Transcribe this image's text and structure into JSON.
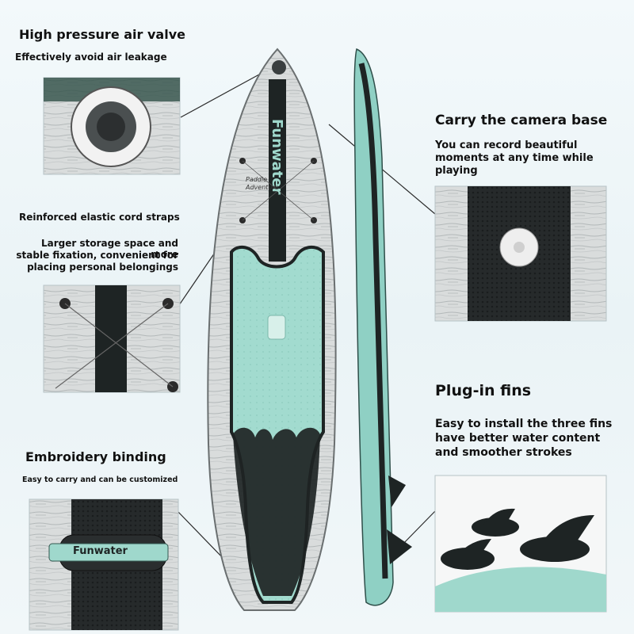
{
  "features": {
    "valve": {
      "title": "High pressure air valve",
      "desc": "Effectively avoid air leakage"
    },
    "straps": {
      "title": "Reinforced elastic cord straps",
      "desc_lines": [
        "Larger storage space and more",
        "stable fixation, convenient for",
        "placing personal belongings"
      ]
    },
    "binding": {
      "title": "Embroidery binding",
      "desc": "Easy to carry and can be customized"
    },
    "camera": {
      "title": "Carry the camera base",
      "desc_lines": [
        "You can record beautiful",
        "moments at any time while",
        "playing"
      ]
    },
    "fins": {
      "title": "Plug-in fins",
      "desc_lines": [
        "Easy to install the three fins",
        "have better water content",
        "and smoother strokes"
      ]
    }
  },
  "board": {
    "brand": "Funwater",
    "tagline_1": "Paddle",
    "tagline_2": "Adventure",
    "deck_color": "#9fd8cc",
    "stripe_color": "#1e2424",
    "rail_color": "#8fd0c4"
  }
}
